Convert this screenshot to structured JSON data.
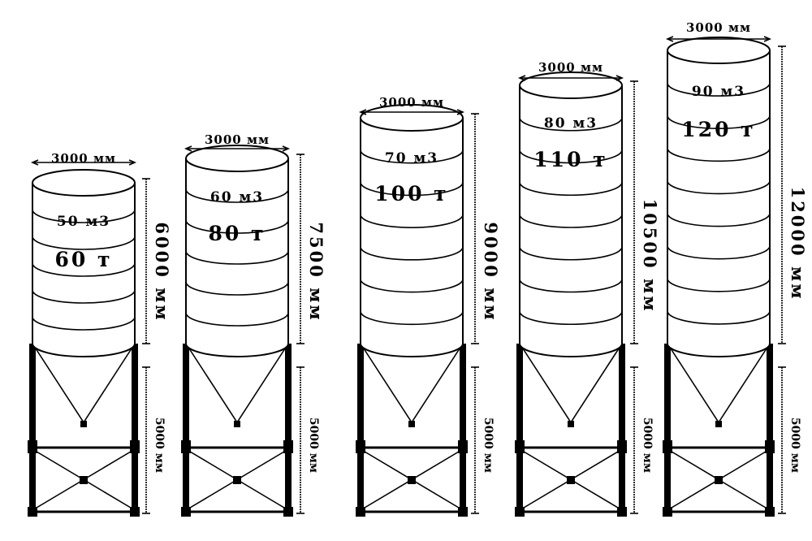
{
  "accent_color": "#000000",
  "silos": [
    {
      "id": "silo-1",
      "diameter_label": "3000 мм",
      "volume_label": "50 м3",
      "capacity_label": "60 т",
      "height_label": "6000 мм",
      "support_label": "5000 мм",
      "rings": 5
    },
    {
      "id": "silo-2",
      "diameter_label": "3000 мм",
      "volume_label": "60 м3",
      "capacity_label": "80 т",
      "height_label": "7500 мм",
      "support_label": "5000 мм",
      "rings": 5
    },
    {
      "id": "silo-3",
      "diameter_label": "3000 мм",
      "volume_label": "70 м3",
      "capacity_label": "100 т",
      "height_label": "9000 мм",
      "support_label": "5000 мм",
      "rings": 6
    },
    {
      "id": "silo-4",
      "diameter_label": "3000 мм",
      "volume_label": "80 м3",
      "capacity_label": "110 т",
      "height_label": "10500 мм",
      "support_label": "5000 мм",
      "rings": 7
    },
    {
      "id": "silo-5",
      "diameter_label": "3000 мм",
      "volume_label": "90 м3",
      "capacity_label": "120 т",
      "height_label": "12000 мм",
      "support_label": "5000 мм",
      "rings": 8
    }
  ]
}
